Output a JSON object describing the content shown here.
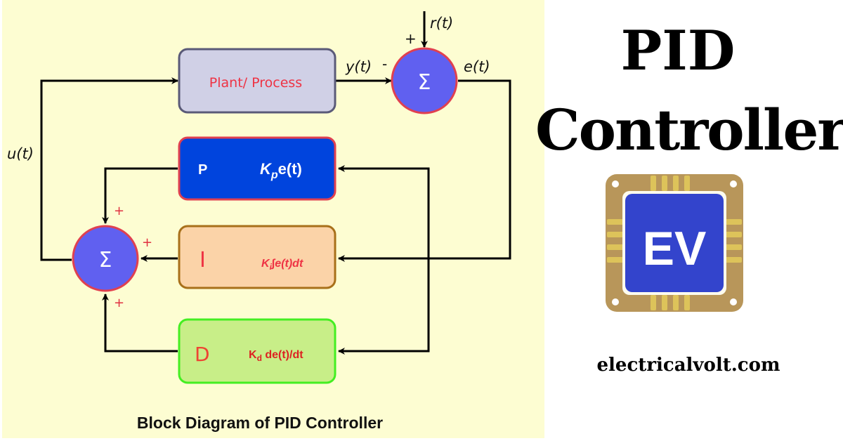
{
  "diagram": {
    "caption": "Block Diagram of PID Controller",
    "blocks": {
      "plant": {
        "label": "Plant/ Process",
        "fill": "#d0d0e6",
        "stroke": "#5a5a78",
        "text_color": "#ee3344"
      },
      "p": {
        "letter": "P",
        "formula_main": "K",
        "formula_sub": "p",
        "formula_rest": "e(t)",
        "fill": "#0044dd",
        "stroke": "#e04050",
        "text_color": "#ffffff"
      },
      "i": {
        "letter": "I",
        "formula_main": "K",
        "formula_sub": "i",
        "formula_rest": "∫e(t)dt",
        "fill": "#fbd3a8",
        "stroke": "#a8701a",
        "text_color": "#ee3344"
      },
      "d": {
        "letter": "D",
        "formula_main": "K",
        "formula_sub": "d",
        "formula_rest": " de(t)/dt",
        "fill": "#c8ee88",
        "stroke": "#44ee22",
        "text_color": "#dd2222"
      }
    },
    "summers": {
      "top": {
        "symbol": "Σ"
      },
      "bottom": {
        "symbol": "Σ"
      },
      "fill": "#6060f0",
      "stroke": "#e04050"
    },
    "signals": {
      "reference": "r(t)",
      "output": "y(t)",
      "error": "e(t)",
      "control": "u(t)"
    },
    "signs": {
      "top_ref": "+",
      "top_feedback": "-",
      "bottom_p": "+",
      "bottom_i": "+",
      "bottom_d": "+"
    }
  },
  "title": {
    "line1": "PID",
    "line2": "Controller"
  },
  "logo": {
    "text": "EV",
    "chip_color": "#b8965a",
    "core_color": "#3344cc",
    "pin_color": "#ddc35a"
  },
  "website": "electricalvolt.com"
}
